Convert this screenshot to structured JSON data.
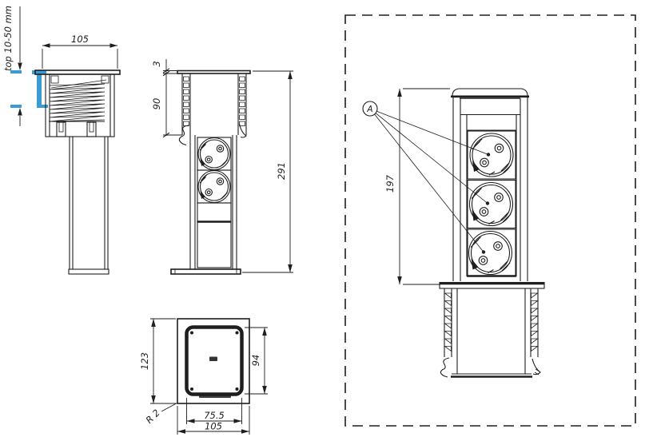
{
  "page": {
    "background": "#ffffff",
    "line_color": "#1e1e1e",
    "highlight_color": "#3a9bd5"
  },
  "views": {
    "side_section": {
      "counter_note": "top 10-50 mm",
      "dim_width": "105"
    },
    "side_extended": {
      "dim_lid": "3",
      "dim_housing": "90",
      "dim_total": "291"
    },
    "plan": {
      "dim_plate_len": "123",
      "dim_cutout_len": "94",
      "dim_cutout_wid": "75.5",
      "dim_plate_wid": "105",
      "radius_note": "R 2"
    },
    "detail": {
      "callout": "A",
      "dim_extended": "197"
    }
  }
}
